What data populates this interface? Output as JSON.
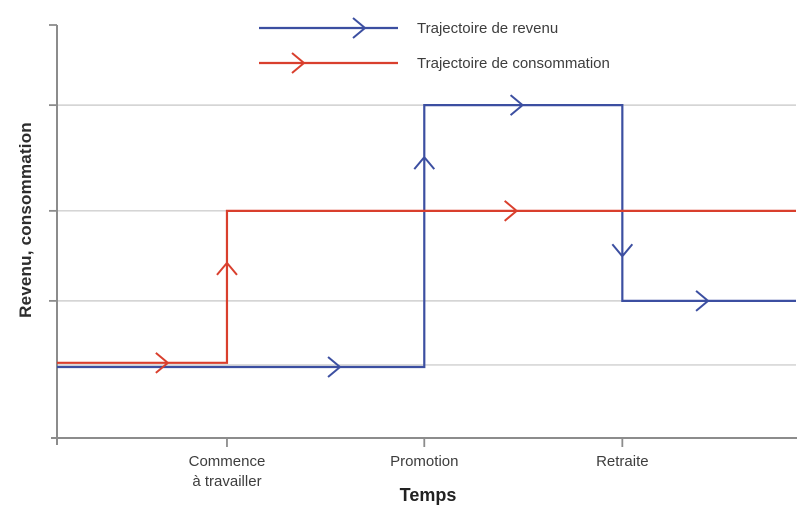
{
  "chart_data": {
    "type": "line",
    "title": "",
    "xlabel": "Temps",
    "ylabel": "Revenu, consommation",
    "x_range": [
      0,
      10
    ],
    "y_range": [
      0,
      100
    ],
    "grid": true,
    "grid_y_values": [
      80.6,
      55.0,
      33.2,
      17.7
    ],
    "y_tick_values": [
      100,
      80.6,
      55.0,
      33.2
    ],
    "x_ticks": [
      {
        "x": 2.3,
        "label": "Commence\nà travailler"
      },
      {
        "x": 4.97,
        "label": "Promotion"
      },
      {
        "x": 7.65,
        "label": "Retraite"
      }
    ],
    "series": [
      {
        "key": "income",
        "name": "Trajectoire de revenu",
        "color": "#3c4fa1",
        "points": [
          [
            0,
            17.2
          ],
          [
            4.97,
            17.2
          ],
          [
            4.97,
            80.6
          ],
          [
            7.65,
            80.6
          ],
          [
            7.65,
            33.2
          ],
          [
            10,
            33.2
          ]
        ],
        "arrows": [
          {
            "x": 3.83,
            "y": 17.2,
            "dir": "right"
          },
          {
            "x": 4.97,
            "y": 68.0,
            "dir": "up"
          },
          {
            "x": 6.3,
            "y": 80.6,
            "dir": "right"
          },
          {
            "x": 7.65,
            "y": 44.0,
            "dir": "down"
          },
          {
            "x": 8.81,
            "y": 33.2,
            "dir": "right"
          }
        ]
      },
      {
        "key": "consumption",
        "name": "Trajectoire de consommation",
        "color": "#d93f2d",
        "points": [
          [
            0,
            18.2
          ],
          [
            2.3,
            18.2
          ],
          [
            2.3,
            55.0
          ],
          [
            10,
            55.0
          ]
        ],
        "arrows": [
          {
            "x": 1.5,
            "y": 18.2,
            "dir": "right"
          },
          {
            "x": 2.3,
            "y": 42.4,
            "dir": "up"
          },
          {
            "x": 6.22,
            "y": 55.0,
            "dir": "right"
          }
        ]
      }
    ],
    "legend_position": "top-center"
  },
  "legend": {
    "items": [
      {
        "label": "Trajectoire de revenu",
        "color": "#3c4fa1",
        "arrow_tip_offset": 107
      },
      {
        "label": "Trajectoire de consommation",
        "color": "#d93f2d",
        "arrow_tip_offset": 46
      }
    ]
  },
  "colors": {
    "axis": "#8c8c8c",
    "grid": "#cfcfcf",
    "text": "#3d3d3d"
  }
}
